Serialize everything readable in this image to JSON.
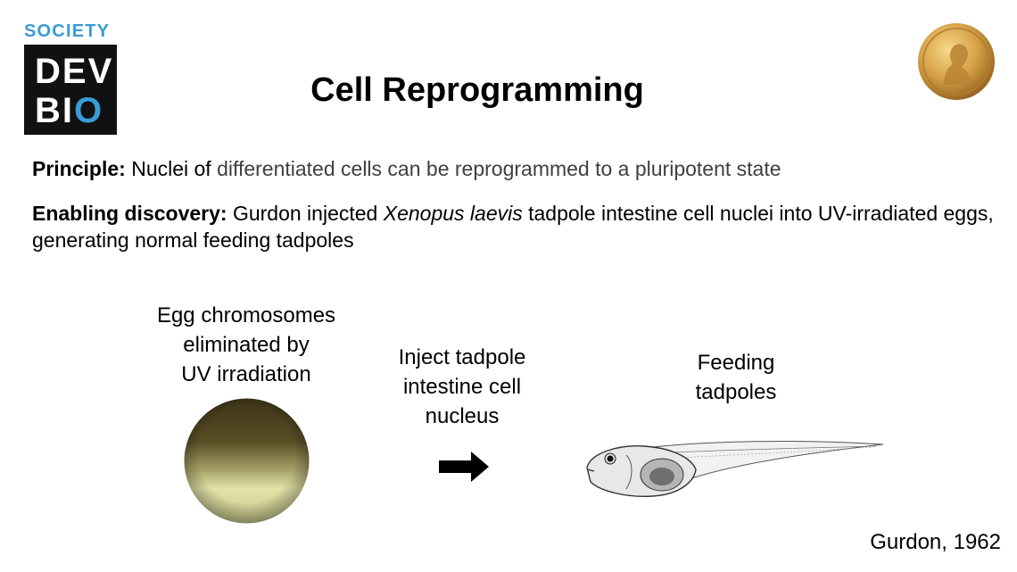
{
  "logo": {
    "society": "SOCIETY",
    "line1": "DEV",
    "line2_a": "BI",
    "line2_o": "O"
  },
  "title": "Cell Reprogramming",
  "principle": {
    "label": "Principle:",
    "text_a": " Nuclei of ",
    "text_b": "differentiated cells can be reprogrammed to a pluripotent state"
  },
  "enabling": {
    "label": "Enabling discovery:",
    "text_before": " Gurdon injected ",
    "species": "Xenopus laevis",
    "text_after": " tadpole intestine cell nuclei into UV-irradiated eggs, generating normal feeding tadpoles"
  },
  "diagram": {
    "egg_caption": [
      "Egg chromosomes",
      "eliminated by",
      "UV irradiation"
    ],
    "inject_caption": [
      "Inject tadpole",
      "intestine cell",
      "nucleus"
    ],
    "feed_caption": [
      "Feeding",
      "tadpoles"
    ]
  },
  "citation": "Gurdon, 1962",
  "colors": {
    "logo_blue": "#3a9bd5",
    "logo_bg": "#111111",
    "medal_gold": "#c8973b"
  },
  "icons": {
    "medal": "nobel-medal-icon",
    "arrow": "right-arrow-icon"
  }
}
